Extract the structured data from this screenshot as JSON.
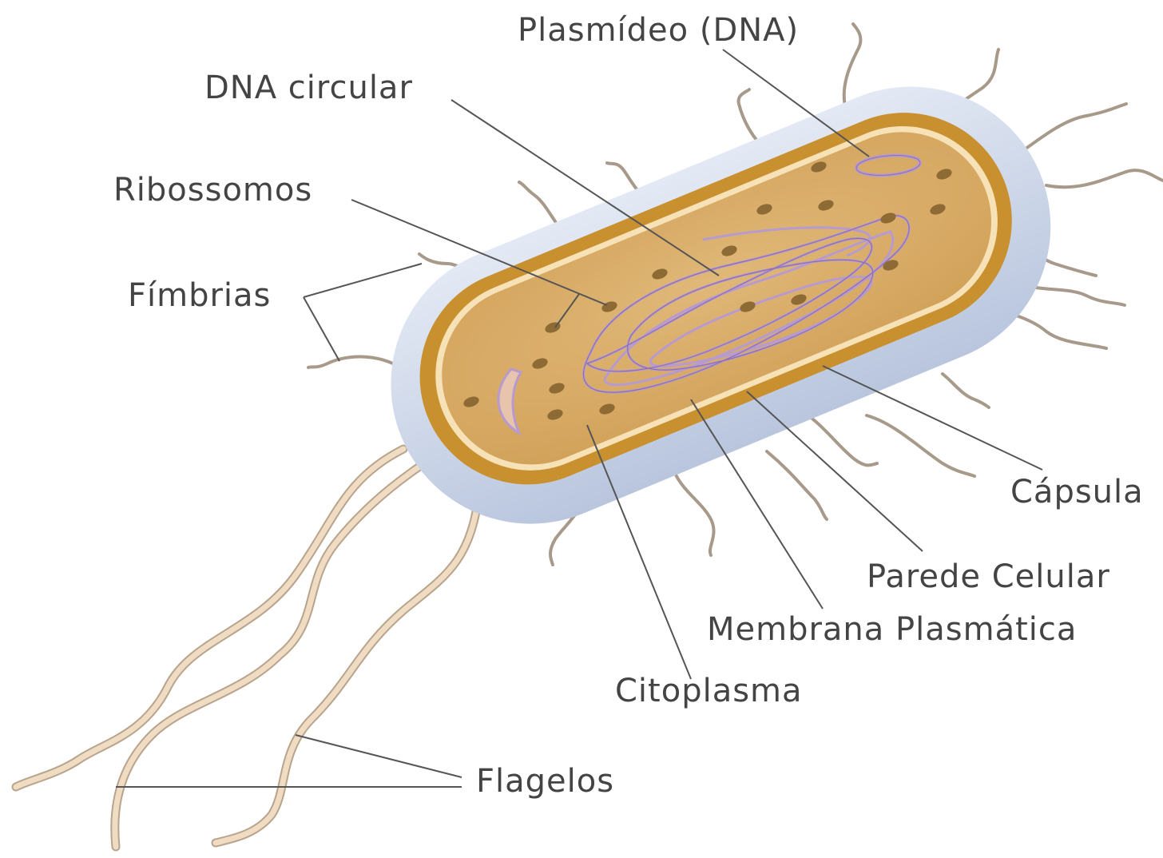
{
  "labels": {
    "plasmideo": "Plasmídeo (DNA)",
    "dna_circular": "DNA circular",
    "ribossomos": "Ribossomos",
    "fimbrias": "Fímbrias",
    "capsula": "Cápsula",
    "parede_celular": "Parede Celular",
    "membrana_plasmatica": "Membrana Plasmática",
    "citoplasma": "Citoplasma",
    "flagelos": "Flagelos"
  },
  "colors": {
    "capsule": "#c9d3e6",
    "cell_wall": "#c9902f",
    "membrane": "#f6e2b6",
    "cytoplasm": "#d8ab65",
    "dna": "#b69ad0",
    "ribosome": "#8e6b35",
    "flagellum": "#efdcc3",
    "fimbria": "#a89a8a",
    "text": "#444444"
  }
}
